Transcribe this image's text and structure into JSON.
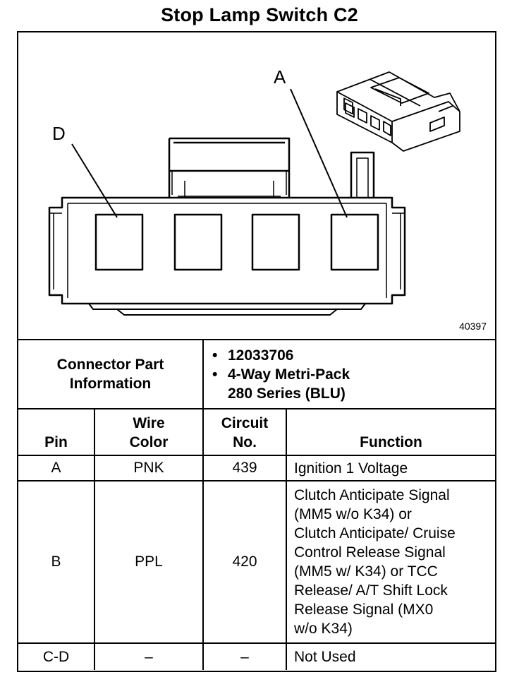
{
  "title": "Stop Lamp Switch C2",
  "figure_number": "40397",
  "diagram_labels": {
    "pin_a": "A",
    "pin_d": "D"
  },
  "connector_info": {
    "label_line1": "Connector Part",
    "label_line2": "Information",
    "items": [
      "12033706",
      "4-Way Metri-Pack",
      "280 Series (BLU)"
    ]
  },
  "table": {
    "headers": {
      "pin": "Pin",
      "wire_color_line1": "Wire",
      "wire_color_line2": "Color",
      "circuit_line1": "Circuit",
      "circuit_line2": "No.",
      "function": "Function"
    },
    "rows": [
      {
        "pin": "A",
        "wire_color": "PNK",
        "circuit": "439",
        "function": [
          "Ignition 1 Voltage"
        ]
      },
      {
        "pin": "B",
        "wire_color": "PPL",
        "circuit": "420",
        "function": [
          "Clutch Anticipate Signal",
          "(MM5 w/o K34) or",
          "Clutch Anticipate/ Cruise",
          "Control Release Signal",
          "(MM5 w/ K34) or TCC",
          "Release/ A/T Shift Lock",
          "Release Signal (MX0",
          "w/o K34)"
        ]
      },
      {
        "pin": "C-D",
        "wire_color": "–",
        "circuit": "–",
        "function": [
          "Not Used"
        ]
      }
    ]
  }
}
